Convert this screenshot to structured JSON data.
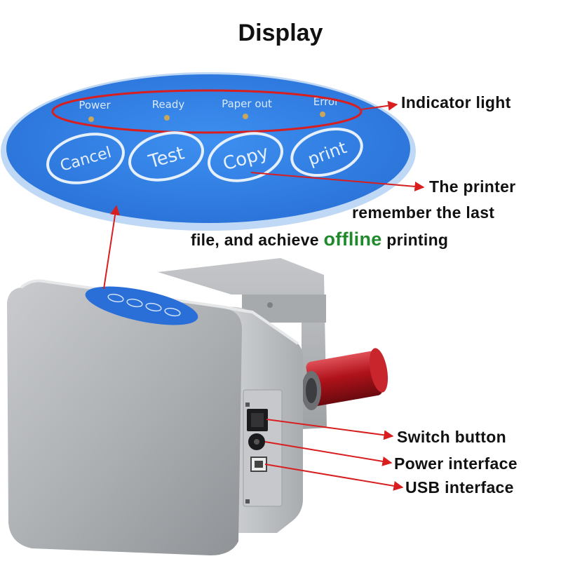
{
  "title": "Display",
  "panel": {
    "indicators": [
      "Power",
      "Ready",
      "Paper out",
      "Error"
    ],
    "buttons": [
      "Cancel",
      "Test",
      "Copy",
      "print"
    ]
  },
  "callouts": {
    "indicator_light": "Indicator light",
    "offline_line1": "The printer",
    "offline_line2": "remember the last",
    "offline_line3_pre": "file, and achieve",
    "offline_highlight": "offline",
    "offline_line3_post": "printing",
    "switch_button": "Switch button",
    "power_interface": "Power interface",
    "usb_interface": "USB interface"
  },
  "colors": {
    "panel_blue": "#2f7fe0",
    "panel_edge": "#bfd8f5",
    "arrow_red": "#d81e1e",
    "accent_green": "#1f8a2c",
    "roller_red": "#b0121a",
    "housing_gray": "#b4b6b9"
  },
  "icons": [
    "power-switch-icon",
    "power-jack-icon",
    "usb-port-icon"
  ]
}
